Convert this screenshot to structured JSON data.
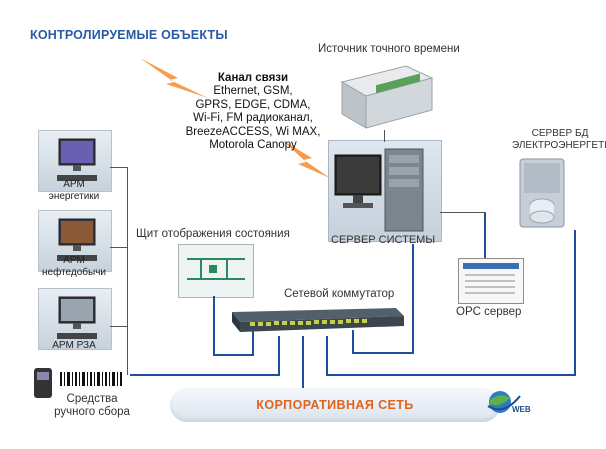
{
  "title": "КОНТРОЛИРУЕМЫЕ ОБЪЕКТЫ",
  "channel": {
    "heading": "Канал связи",
    "lines": [
      "Ethernet, GSM,",
      "GPRS, EDGE, CDMA,",
      "Wi-Fi, FM радиоканал,",
      "BreezeACCESS, Wi MAX,",
      "Motorola Canopy"
    ]
  },
  "time_source": "Источник точного времени",
  "db_server": [
    "СЕРВЕР БД",
    "ЭЛЕКТРОЭНЕРГЕТИКИ"
  ],
  "workstations": [
    {
      "line1": "АРМ",
      "line2": "энергетики"
    },
    {
      "line1": "АРМ",
      "line2": "нефтедобычи"
    },
    {
      "line1": "АРМ РЗА",
      "line2": ""
    }
  ],
  "status_panel": "Щит отображения состояния",
  "system_server": "СЕРВЕР СИСТЕМЫ",
  "switch": "Сетевой коммутатор",
  "opc": "OPC сервер",
  "handheld": [
    "Средства",
    "ручного сбора"
  ],
  "corporate_network": "КОРПОРАТИВНАЯ СЕТЬ",
  "web": "WEB",
  "colors": {
    "title": "#2a5aa3",
    "corp": "#e0641e",
    "lines": "#1f4f9c"
  }
}
